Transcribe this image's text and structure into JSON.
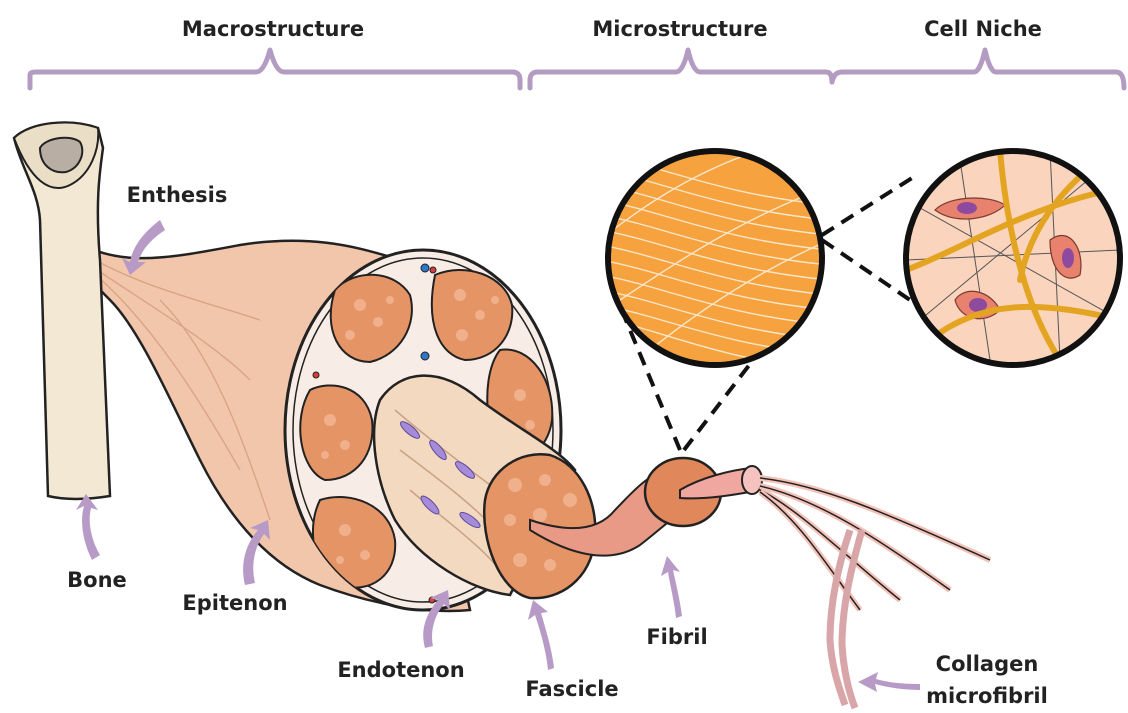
{
  "sections": {
    "macro": "Macrostructure",
    "micro": "Microstructure",
    "niche": "Cell Niche"
  },
  "labels": {
    "enthesis": "Enthesis",
    "bone": "Bone",
    "epitenon": "Epitenon",
    "endotenon": "Endotenon",
    "fascicle": "Fascicle",
    "fibril": "Fibril",
    "collagen_1": "Collagen",
    "collagen_2": "microfibril"
  },
  "colors": {
    "bracket": "#b49bc2",
    "arrow": "#b79bc6",
    "tendon": "#f2c9b0",
    "fascicle": "#e59466",
    "bone": "#f3ead8",
    "collagen": "#f3a94a",
    "cell_niche_bg": "#fbd4bd",
    "cell": "#e8816d",
    "nucleus": "#9b5a9e"
  }
}
